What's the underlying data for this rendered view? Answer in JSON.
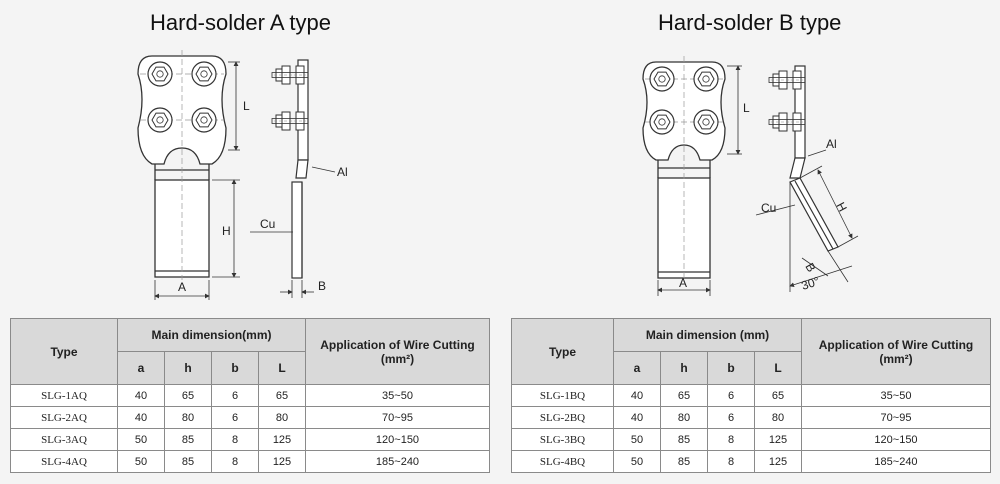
{
  "section_a": {
    "title": "Hard-solder A type",
    "labels": {
      "l": "L",
      "al": "Al",
      "cu": "Cu",
      "h": "H",
      "a": "A",
      "b": "B"
    },
    "table": {
      "type_header": "Type",
      "main_header": "Main dimension(mm)",
      "app_header": "Application of Wire Cutting (mm²)",
      "columns": [
        "a",
        "h",
        "b",
        "L"
      ],
      "rows": [
        {
          "type": "SLG-1AQ",
          "a": "40",
          "h": "65",
          "b": "6",
          "L": "65",
          "app": "35~50"
        },
        {
          "type": "SLG-2AQ",
          "a": "40",
          "h": "80",
          "b": "6",
          "L": "80",
          "app": "70~95"
        },
        {
          "type": "SLG-3AQ",
          "a": "50",
          "h": "85",
          "b": "8",
          "L": "125",
          "app": "120~150"
        },
        {
          "type": "SLG-4AQ",
          "a": "50",
          "h": "85",
          "b": "8",
          "L": "125",
          "app": "185~240"
        }
      ]
    }
  },
  "section_b": {
    "title": "Hard-solder B type",
    "labels": {
      "l": "L",
      "al": "Al",
      "cu": "Cu",
      "h": "H",
      "a": "A",
      "b": "B",
      "angle": "30°"
    },
    "table": {
      "type_header": "Type",
      "main_header": "Main dimension (mm)",
      "app_header": "Application of Wire Cutting (mm²)",
      "columns": [
        "a",
        "h",
        "b",
        "L"
      ],
      "rows": [
        {
          "type": "SLG-1BQ",
          "a": "40",
          "h": "65",
          "b": "6",
          "L": "65",
          "app": "35~50"
        },
        {
          "type": "SLG-2BQ",
          "a": "40",
          "h": "80",
          "b": "6",
          "L": "80",
          "app": "70~95"
        },
        {
          "type": "SLG-3BQ",
          "a": "50",
          "h": "85",
          "b": "8",
          "L": "125",
          "app": "120~150"
        },
        {
          "type": "SLG-4BQ",
          "a": "50",
          "h": "85",
          "b": "8",
          "L": "125",
          "app": "185~240"
        }
      ]
    }
  }
}
